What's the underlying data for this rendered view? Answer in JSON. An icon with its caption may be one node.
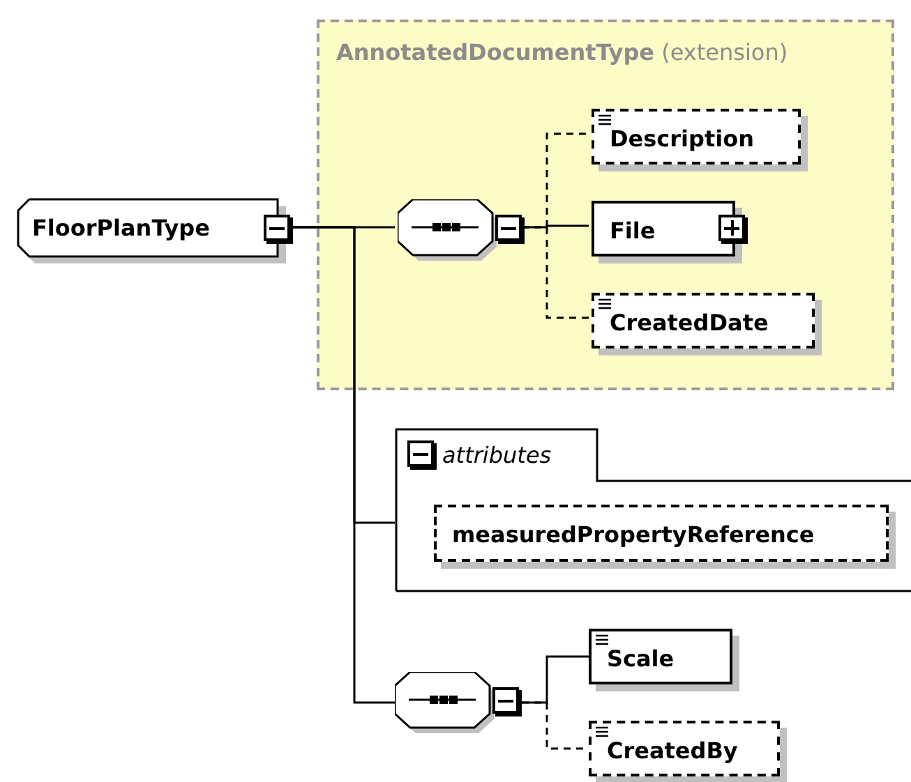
{
  "diagram": {
    "nodes": [
      {
        "text": [
          "FloorPlanType"
        ]
      },
      {
        "text": [
          "**AnnotatedDocumentType** (extension)"
        ]
      },
      {
        "text": [],
        "shape": "octagon",
        "in": 1
      },
      {
        "text": [
          "Description"
        ],
        "in": 1
      },
      {
        "text": [
          "File"
        ],
        "in": 1
      },
      {
        "text": [
          "CreatedDate"
        ],
        "in": 1
      },
      {
        "text": [
          "attributes"
        ]
      },
      {
        "text": [
          "measuredPropertyReference"
        ],
        "in": 6
      },
      {
        "text": [],
        "shape": "octagon"
      },
      {
        "text": [
          "Scale"
        ]
      },
      {
        "text": [
          "CreatedBy"
        ]
      }
    ],
    "edges": [
      {
        "from": 0,
        "to": 2,
        "arrow": "none"
      },
      {
        "from": 2,
        "to": 3,
        "arrow": "none",
        "style": "dashed"
      },
      {
        "from": 2,
        "to": 4,
        "arrow": "none"
      },
      {
        "from": 2,
        "to": 5,
        "arrow": "none",
        "style": "dashed"
      },
      {
        "from": 0,
        "to": 6,
        "arrow": "none"
      },
      {
        "from": 0,
        "to": 8,
        "arrow": "none"
      },
      {
        "from": 8,
        "to": 9,
        "arrow": "none"
      },
      {
        "from": 8,
        "to": 10,
        "arrow": "none",
        "style": "dashed"
      }
    ]
  }
}
